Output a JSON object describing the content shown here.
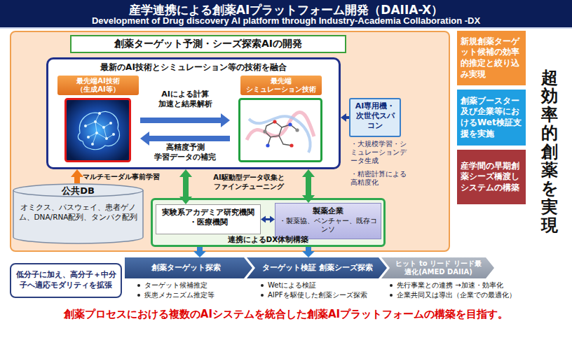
{
  "diagram": {
    "title": "産学連携による創薬AIプラットフォーム開発（DAIIA-X）",
    "caption": "創薬プロセスにおける複数のAIシステムを統合した創薬AIプラットフォームの構築を目指す。",
    "nodes": [
      {
        "text": [
          "創薬ターゲット予測・シーズ探索AIの開発"
        ]
      },
      {
        "text": [
          "最新のAI技術とシミュレーション等の技術を融合"
        ],
        "in": 0
      },
      {
        "text": [
          "最先端AI技術 （生成AI等）"
        ],
        "in": 1
      },
      {
        "text": [
          "最先端 シミュレーション技術"
        ],
        "in": 1
      },
      {
        "text": [
          "AI専用機・次世代スパコン"
        ],
        "in": 0
      },
      {
        "text": [
          "公共DB",
          "オミクス、パスウェイ、患者ゲノム、DNA/RNA配列、タンパク配列"
        ],
        "in": 0
      },
      {
        "text": [
          "連携によるDX体制構築"
        ],
        "in": 0
      },
      {
        "text": [
          "実験系アカデミア研究機関 ・医療機関"
        ],
        "in": 6
      },
      {
        "text": [
          "製薬企業",
          "・製薬協、ベンチャー、既存コンソ"
        ],
        "in": 6
      },
      {
        "text": [
          "新規創薬ターゲット候補の効率的推定と絞り込み実現"
        ]
      },
      {
        "text": [
          "創薬ブースター及び企業等におけるWet検証支援を実施"
        ]
      },
      {
        "text": [
          "産学間の早期創薬シーズ橋渡しシステムの構築"
        ]
      },
      {
        "text": [
          "低分子に加え、高分子＋中分子へ適応モダリティを拡張"
        ]
      },
      {
        "text": [
          "創薬ターゲット探索"
        ]
      },
      {
        "text": [
          "ターゲット検証 創薬シーズ探索"
        ]
      },
      {
        "text": [
          "ヒット to リード リード最適化(AMED DAIIA)"
        ]
      }
    ],
    "edges": [
      {
        "from": 2,
        "to": 3,
        "arrow": "to",
        "label": "AIによる計算 加速と結果解析"
      },
      {
        "from": 3,
        "to": 2,
        "arrow": "to",
        "label": "高精度予測 学習データの補完"
      },
      {
        "from": 4,
        "to": 1,
        "arrow": "to"
      },
      {
        "from": 5,
        "to": 1,
        "arrow": "to",
        "label": "マルチモーダル事前学習"
      },
      {
        "from": 7,
        "to": 1,
        "arrow": "both",
        "label": "AI駆動型データ収集と ファインチューニング"
      },
      {
        "from": 8,
        "to": 1,
        "arrow": "both"
      },
      {
        "from": 7,
        "to": 8,
        "arrow": "both"
      },
      {
        "from": 6,
        "to": 13,
        "arrow": "to"
      },
      {
        "from": 6,
        "to": 14,
        "arrow": "to"
      }
    ],
    "labels": [
      "Development of Drug discovery AI platform through Industry-Academia Collaboration -DX",
      "・大規模学習・シミュレーションデータ生成",
      "・精密計算による高精度化",
      "超効率的創薬を実現",
      "ターゲット候補推定",
      "疾患メカニズム推定等",
      "Wetによる検証",
      "AIPFを駆使した創薬シーズ探索",
      "先行事業との連携 →加速・効率化",
      "企業共同又は導出（企業での最適化）"
    ]
  }
}
